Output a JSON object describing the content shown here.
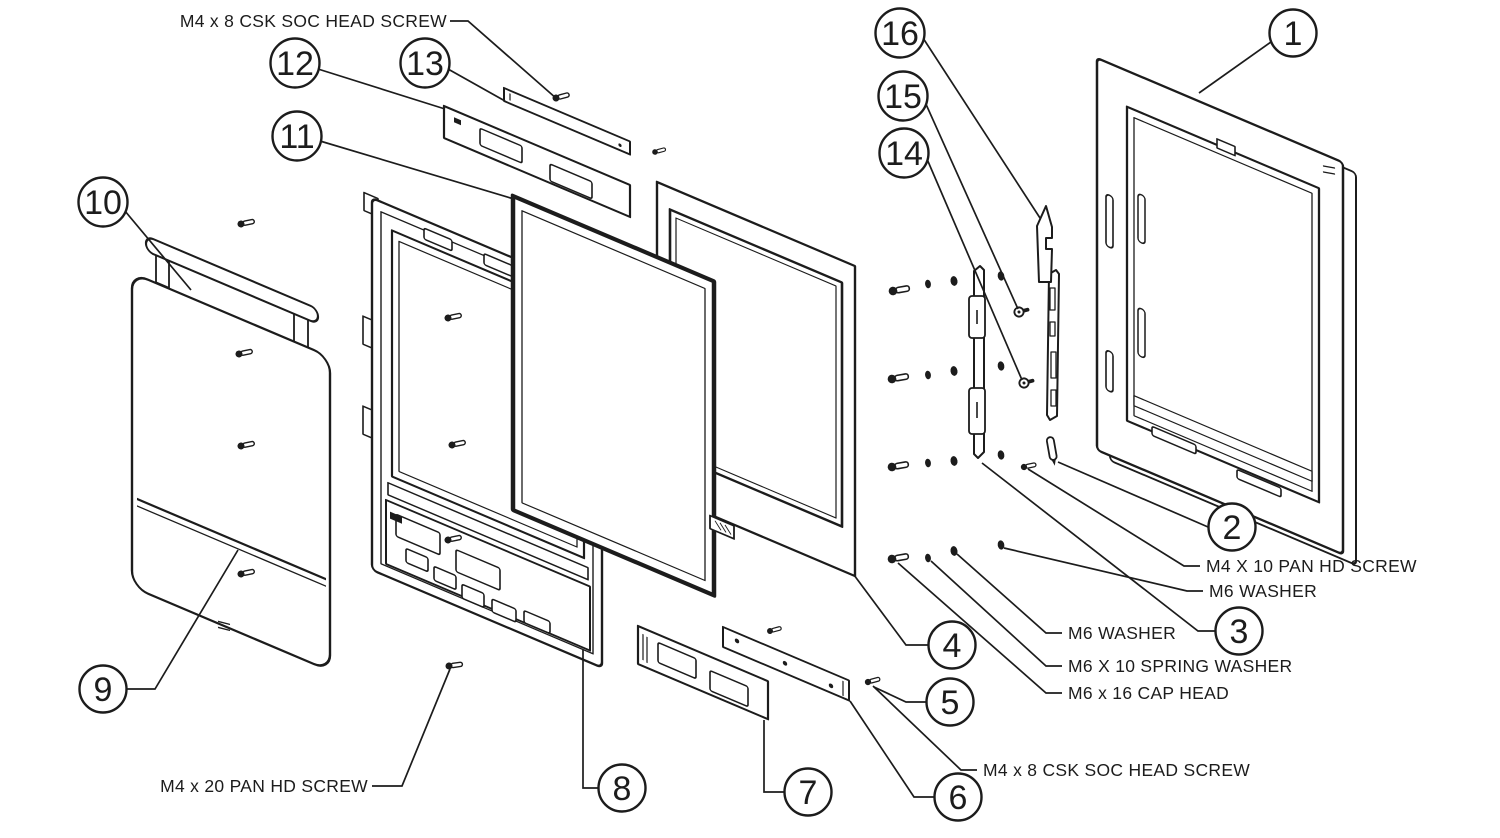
{
  "figure": {
    "background": "#ffffff",
    "line_color": "#1c1c1c",
    "kind": "exploded assembly diagram"
  },
  "callouts": [
    {
      "number": "1"
    },
    {
      "number": "2"
    },
    {
      "number": "3"
    },
    {
      "number": "4"
    },
    {
      "number": "5"
    },
    {
      "number": "6"
    },
    {
      "number": "7"
    },
    {
      "number": "8"
    },
    {
      "number": "9"
    },
    {
      "number": "10"
    },
    {
      "number": "11"
    },
    {
      "number": "12"
    },
    {
      "number": "13"
    },
    {
      "number": "14"
    },
    {
      "number": "15"
    },
    {
      "number": "16"
    }
  ],
  "labels": {
    "top_csk_screw": "M4 x 8 CSK SOC HEAD SCREW",
    "pan_hd_screw_m4x10": "M4 X 10 PAN HD SCREW",
    "m6_washer_upper": "M6 WASHER",
    "m6_washer_lower": "M6 WASHER",
    "spring_washer": "M6 X 10 SPRING WASHER",
    "cap_head": "M6 x 16 CAP HEAD",
    "bottom_csk_screw": "M4 x 8 CSK SOC HEAD SCREW",
    "pan_hd_screw_m4x20": "M4 x 20 PAN HD SCREW"
  }
}
